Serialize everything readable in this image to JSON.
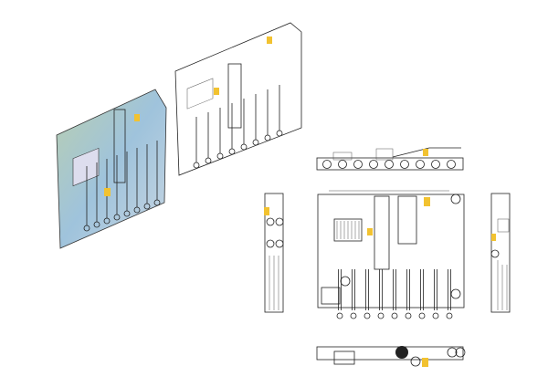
{
  "colors": {
    "line": "#222222",
    "highlight": "#f2c230",
    "iso_panel_blue": "#9fc3dc",
    "iso_panel_green": "#b9cfb0",
    "background": "#ffffff"
  },
  "views": [
    "isometric-shaded",
    "isometric-line",
    "top",
    "front",
    "left",
    "right",
    "bottom"
  ]
}
